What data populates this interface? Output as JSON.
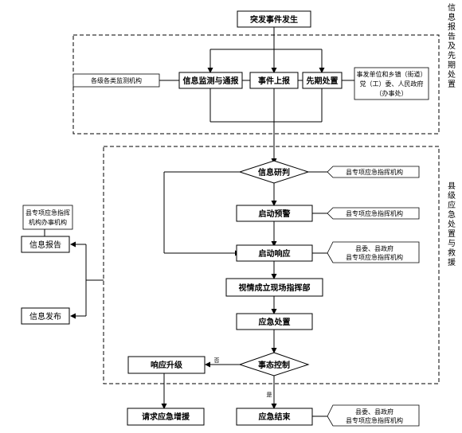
{
  "nodes": {
    "start": "突发事件发生",
    "monitoring": "信息监测与通报",
    "event_report": "事件上报",
    "early_handling": "先期处置",
    "info_analysis": "信息研判",
    "warning": "启动预警",
    "response": "启动响应",
    "command_post": "视情成立现场指挥部",
    "emergency_handling": "应急处置",
    "situation_control": "事态控制",
    "upgrade": "响应升级",
    "request_support": "请求应急增援",
    "end": "应急结束",
    "info_report": "信息报告",
    "info_release": "信息发布"
  },
  "notes": {
    "monitoring_org": "各级各类监测机构",
    "early_org_lines": [
      "事发单位和乡镇（街道）",
      "党（工）委、人民政府",
      "（办事处）"
    ],
    "analysis_org": "县专项应急指挥机构",
    "warning_org": "县专项应急指挥机构",
    "response_org_lines": [
      "县委、县政府",
      "县专项应急指挥机构"
    ],
    "end_org_lines": [
      "县委、县政府",
      "县专项应急指挥机构"
    ],
    "report_org_lines": [
      "县专项应急指挥",
      "机构办事机构"
    ]
  },
  "sections": {
    "top_label": "信息报告及先期处置",
    "bottom_label": "县级应急处置与救援"
  },
  "branch_labels": {
    "no": "否",
    "yes": "是"
  }
}
